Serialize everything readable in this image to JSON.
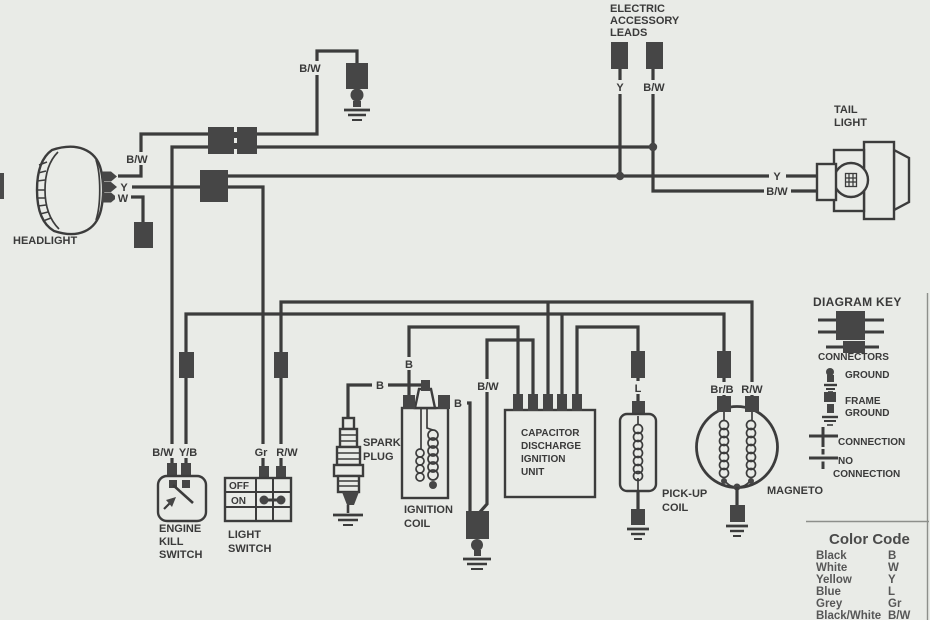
{
  "labels": {
    "headlight": "HEADLIGHT",
    "tail_light": [
      "TAIL",
      "LIGHT"
    ],
    "accessory": [
      "ELECTRIC",
      "ACCESSORY",
      "LEADS"
    ],
    "kill_switch": [
      "ENGINE",
      "KILL",
      "SWITCH"
    ],
    "light_switch": [
      "LIGHT",
      "SWITCH"
    ],
    "spark_plug": [
      "SPARK",
      "PLUG"
    ],
    "ignition_coil": [
      "IGNITION",
      "COIL"
    ],
    "cdi": [
      "CAPACITOR",
      "DISCHARGE",
      "IGNITION",
      "UNIT"
    ],
    "pickup_coil": [
      "PICK-UP",
      "COIL"
    ],
    "magneto": "MAGNETO"
  },
  "switch": {
    "off": "OFF",
    "on": "ON"
  },
  "wire_labels": {
    "headlight_bw": "B/W",
    "headlight_y": "Y",
    "headlight_w": "W",
    "top_ground_bw": "B/W",
    "accessory_y": "Y",
    "accessory_bw": "B/W",
    "tail_y": "Y",
    "tail_bw": "B/W",
    "kill_bw": "B/W",
    "kill_yb": "Y/B",
    "light_gr": "Gr",
    "light_rw": "R/W",
    "plug_b": "B",
    "coil_primary_b": "B",
    "coil_ground_b": "B",
    "cdi_ground_bw": "B/W",
    "pickup_l": "L",
    "magneto_brb": "Br/B",
    "magneto_rw": "R/W"
  },
  "key": {
    "title": "DIAGRAM KEY",
    "connectors": "CONNECTORS",
    "ground": "GROUND",
    "frame_ground": [
      "FRAME",
      "GROUND"
    ],
    "connection": "CONNECTION",
    "no_connection": [
      "NO",
      "CONNECTION"
    ]
  },
  "color_code": {
    "title": "Color Code",
    "entries": [
      {
        "name": "Black",
        "code": "B"
      },
      {
        "name": "White",
        "code": "W"
      },
      {
        "name": "Yellow",
        "code": "Y"
      },
      {
        "name": "Blue",
        "code": "L"
      },
      {
        "name": "Grey",
        "code": "Gr"
      },
      {
        "name": "Black/White",
        "code": "B/W"
      }
    ]
  },
  "colors": {
    "background": "#e9ebe7",
    "ink": "#3c3c3c",
    "muted_text": "#575757"
  }
}
